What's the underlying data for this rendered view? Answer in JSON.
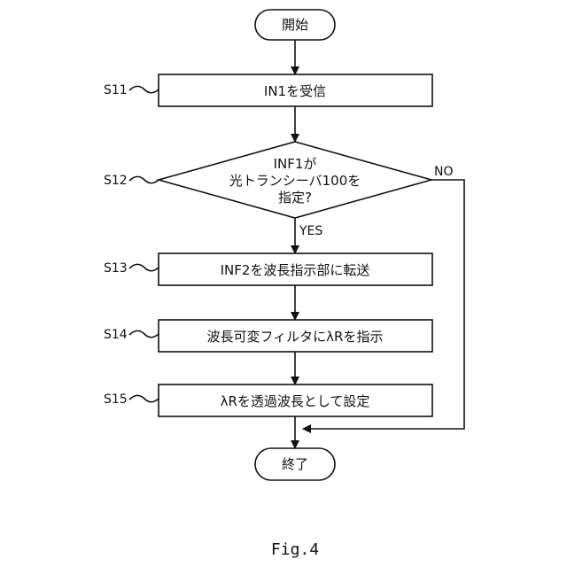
{
  "flowchart": {
    "start": "開始",
    "end": "終了",
    "steps": [
      {
        "id": "S11",
        "text": "IN1を受信"
      },
      {
        "id": "S12",
        "lines": [
          "INF1が",
          "光トランシーバ100を",
          "指定?"
        ]
      },
      {
        "id": "S13",
        "text": "INF2を波長指示部に転送"
      },
      {
        "id": "S14",
        "text": "波長可変フィルタにλRを指示"
      },
      {
        "id": "S15",
        "text": "λRを透過波長として設定"
      }
    ],
    "branch_yes": "YES",
    "branch_no": "NO"
  },
  "caption": "Fig.4"
}
